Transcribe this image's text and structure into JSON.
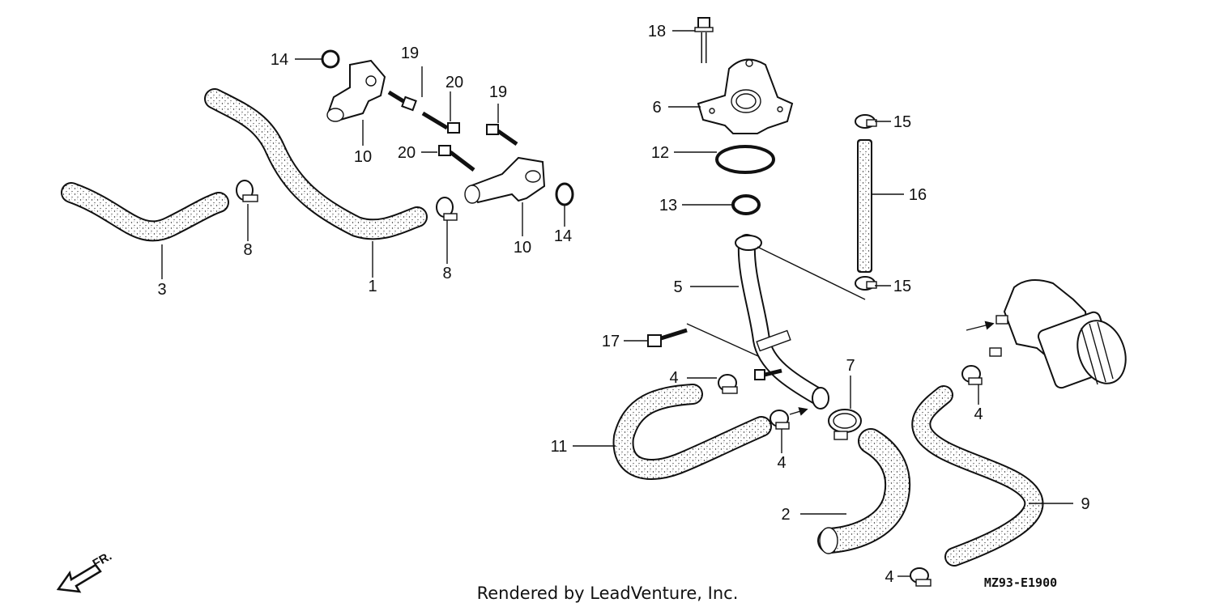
{
  "diagram": {
    "callouts": [
      {
        "id": "c1",
        "label": "1"
      },
      {
        "id": "c2",
        "label": "2"
      },
      {
        "id": "c3",
        "label": "3"
      },
      {
        "id": "c4a",
        "label": "4"
      },
      {
        "id": "c4b",
        "label": "4"
      },
      {
        "id": "c4c",
        "label": "4"
      },
      {
        "id": "c4d",
        "label": "4"
      },
      {
        "id": "c5",
        "label": "5"
      },
      {
        "id": "c6",
        "label": "6"
      },
      {
        "id": "c7",
        "label": "7"
      },
      {
        "id": "c8a",
        "label": "8"
      },
      {
        "id": "c8b",
        "label": "8"
      },
      {
        "id": "c9",
        "label": "9"
      },
      {
        "id": "c10a",
        "label": "10"
      },
      {
        "id": "c10b",
        "label": "10"
      },
      {
        "id": "c11",
        "label": "11"
      },
      {
        "id": "c12",
        "label": "12"
      },
      {
        "id": "c13",
        "label": "13"
      },
      {
        "id": "c14a",
        "label": "14"
      },
      {
        "id": "c14b",
        "label": "14"
      },
      {
        "id": "c15a",
        "label": "15"
      },
      {
        "id": "c15b",
        "label": "15"
      },
      {
        "id": "c16",
        "label": "16"
      },
      {
        "id": "c17",
        "label": "17"
      },
      {
        "id": "c18",
        "label": "18"
      },
      {
        "id": "c19a",
        "label": "19"
      },
      {
        "id": "c19b",
        "label": "19"
      },
      {
        "id": "c20a",
        "label": "20"
      },
      {
        "id": "c20b",
        "label": "20"
      }
    ],
    "direction_label": "FR.",
    "diagram_code": "MZ93-E1900",
    "credit": "Rendered by LeadVenture, Inc."
  }
}
